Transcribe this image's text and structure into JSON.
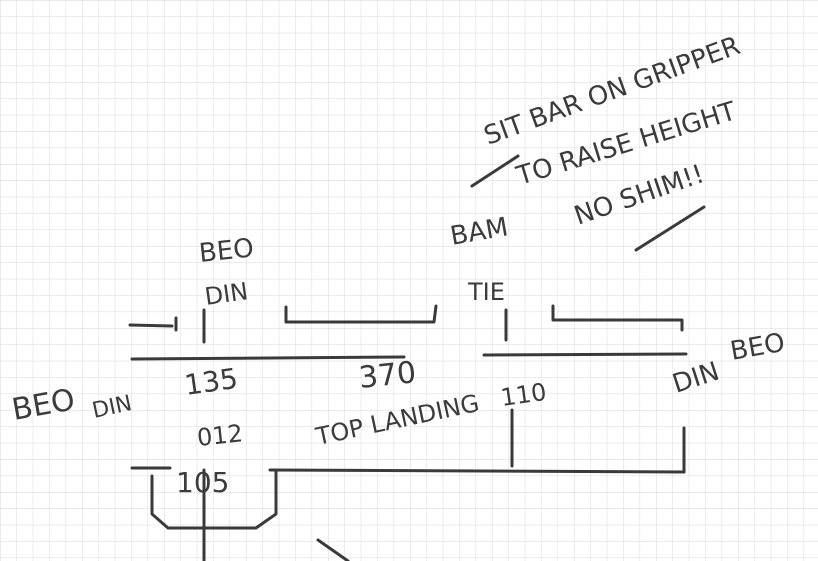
{
  "colors": {
    "paper": "#ffffff",
    "grid": "#cfd6dd",
    "ink": "#3a3a3a"
  },
  "notes": {
    "line1": "SIT BAR ON GRIPPER",
    "line2": "TO RAISE HEIGHT",
    "line3": "NO SHIM!!"
  },
  "labels": {
    "beam": "BAM",
    "tie": "TIE",
    "beo_top": "BEO",
    "din_top": "DIN",
    "beo_left": "BEO",
    "din_left": "DIN",
    "dim_135": "135",
    "dim_370": "370",
    "dim_110": "110",
    "din_right": "DIN",
    "beo_right": "BEO",
    "top_landing": "TOP LANDING",
    "dim_012": "012",
    "dim_105": "105"
  }
}
